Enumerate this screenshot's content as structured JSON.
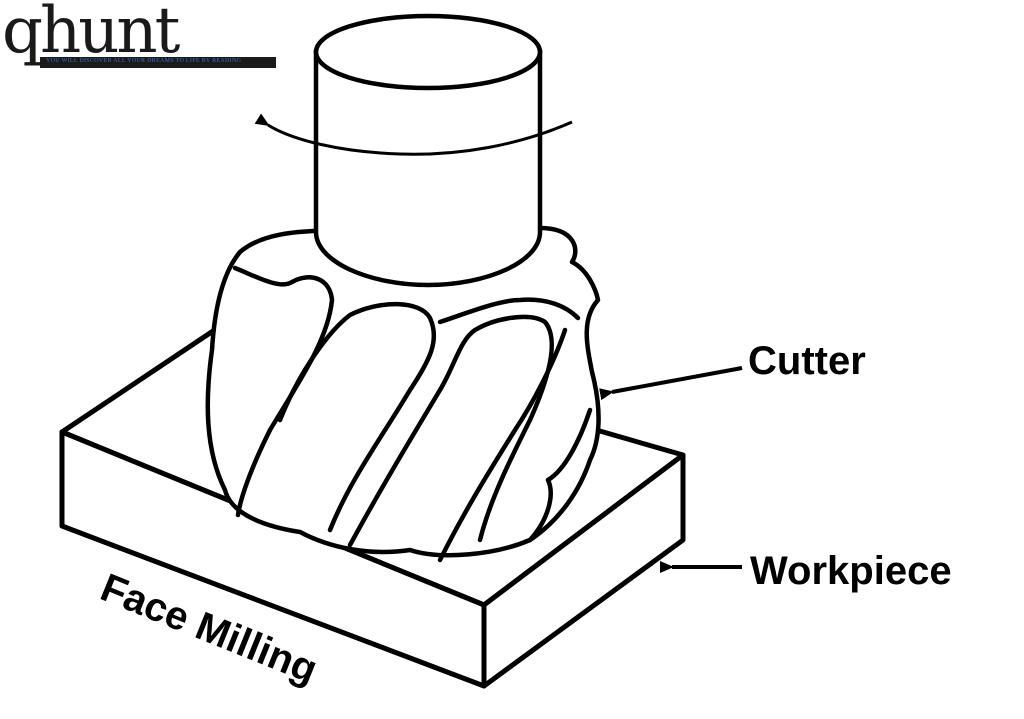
{
  "diagram": {
    "labels": {
      "cutter": "Cutter",
      "workpiece": "Workpiece",
      "process": "Face Milling"
    },
    "watermark": {
      "logo": "qhunt",
      "tagline": "YOU WILL DISCOVER ALL YOUR DREAMS TO LIFE BY READING"
    },
    "colors": {
      "line": "#000000",
      "fill": "#ffffff",
      "watermark_dark": "#1a1a1a",
      "watermark_accent": "#3a73c9"
    },
    "icons": {
      "rotation": "rotation-arrow-icon",
      "pointer": "pointer-arrow-icon"
    }
  }
}
